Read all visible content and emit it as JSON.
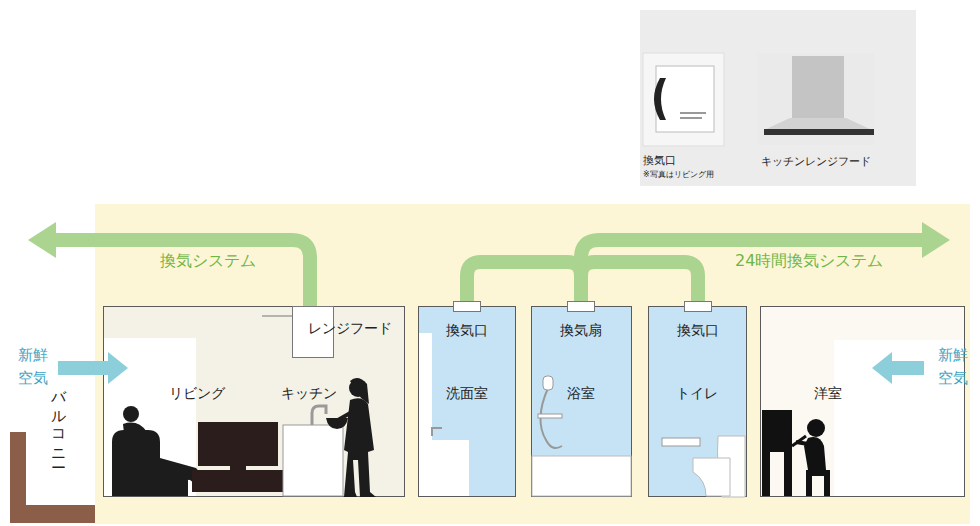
{
  "diagram": {
    "nodes": [
      {
        "text": [
          "換気口",
          "※写真はリビング用"
        ]
      },
      {
        "text": [
          "キッチンレンジフード"
        ]
      },
      {
        "text": [
          "リビング",
          "キッチン"
        ]
      },
      {
        "text": [
          "レンジフード"
        ],
        "in": 2
      },
      {
        "text": [
          "洗面室"
        ]
      },
      {
        "text": [
          "換気口"
        ],
        "in": 4
      },
      {
        "text": [
          "浴室"
        ]
      },
      {
        "text": [
          "換気扇"
        ],
        "in": 6
      },
      {
        "text": [
          "トイレ"
        ]
      },
      {
        "text": [
          "換気口"
        ],
        "in": 8
      },
      {
        "text": [
          "洋室"
        ]
      }
    ],
    "edges": [
      {
        "from": 5,
        "to": 7,
        "arrow": "none"
      },
      {
        "from": 9,
        "to": 7,
        "arrow": "none"
      }
    ],
    "labels": [
      "換気システム",
      "24時間換気システム",
      "新鮮 空気",
      "新鮮 空気",
      "バルコニー"
    ]
  }
}
